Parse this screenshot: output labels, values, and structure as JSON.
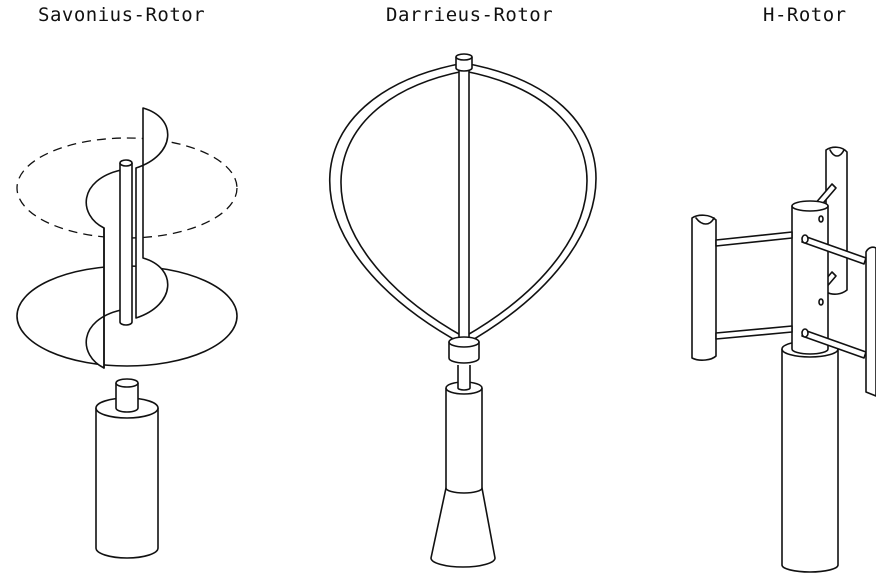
{
  "labels": {
    "savonius": "Savonius-Rotor",
    "darrieus": "Darrieus-Rotor",
    "h_rotor": "H-Rotor"
  },
  "colors": {
    "line": "#111111",
    "background": "#ffffff"
  }
}
